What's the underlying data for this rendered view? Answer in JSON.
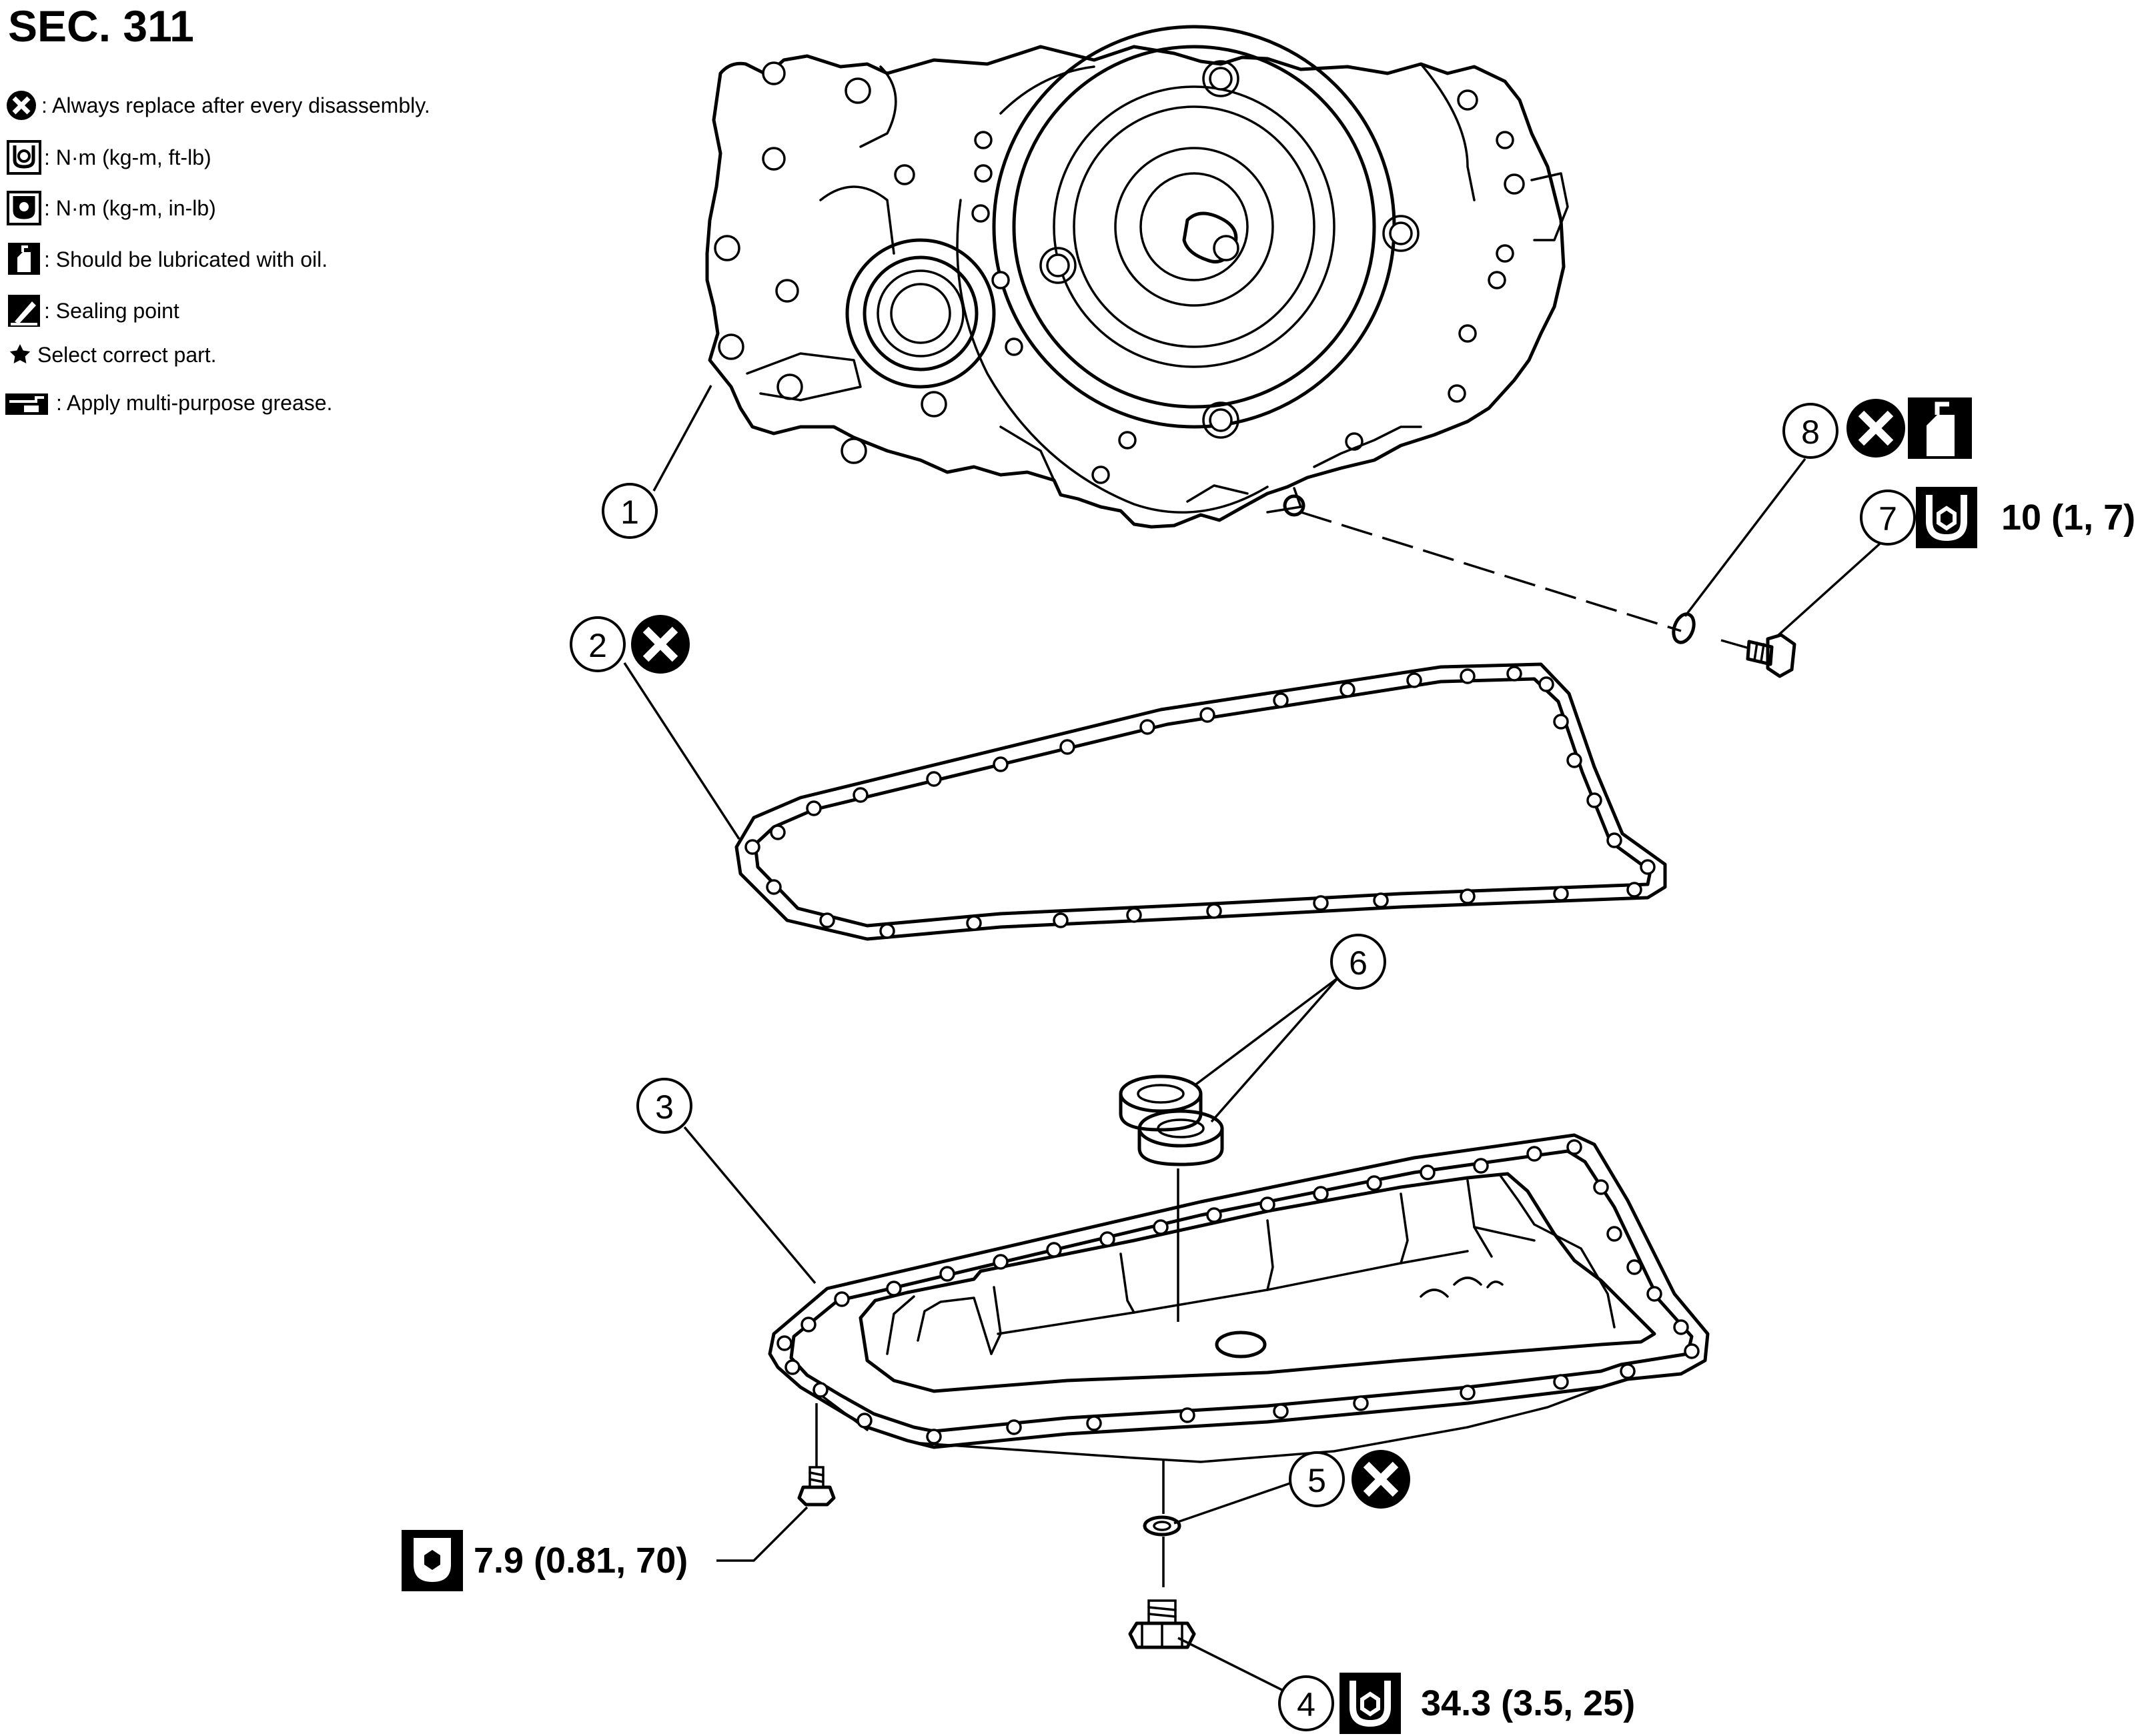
{
  "section": "SEC. 311",
  "legend": [
    {
      "icon": "replace-icon",
      "text": ": Always replace after every disassembly."
    },
    {
      "icon": "torque-ftlb-icon",
      "text": ": N·m (kg-m, ft-lb)"
    },
    {
      "icon": "torque-inlb-icon",
      "text": ": N·m (kg-m, in-lb)"
    },
    {
      "icon": "oil-icon",
      "text": ": Should be lubricated with oil."
    },
    {
      "icon": "sealing-icon",
      "text": ": Sealing point"
    },
    {
      "icon": "star-icon",
      "text": "Select correct part."
    },
    {
      "icon": "grease-icon",
      "text": ": Apply multi-purpose grease."
    }
  ],
  "callouts": {
    "c1": "1",
    "c2": "2",
    "c3": "3",
    "c4": "4",
    "c5": "5",
    "c6": "6",
    "c7": "7",
    "c8": "8"
  },
  "torques": {
    "t7": "10 (1, 7)",
    "t3": "7.9 (0.81, 70)",
    "t4": "34.3 (3.5, 25)"
  },
  "colors": {
    "ink": "#000000",
    "paper": "#ffffff"
  }
}
